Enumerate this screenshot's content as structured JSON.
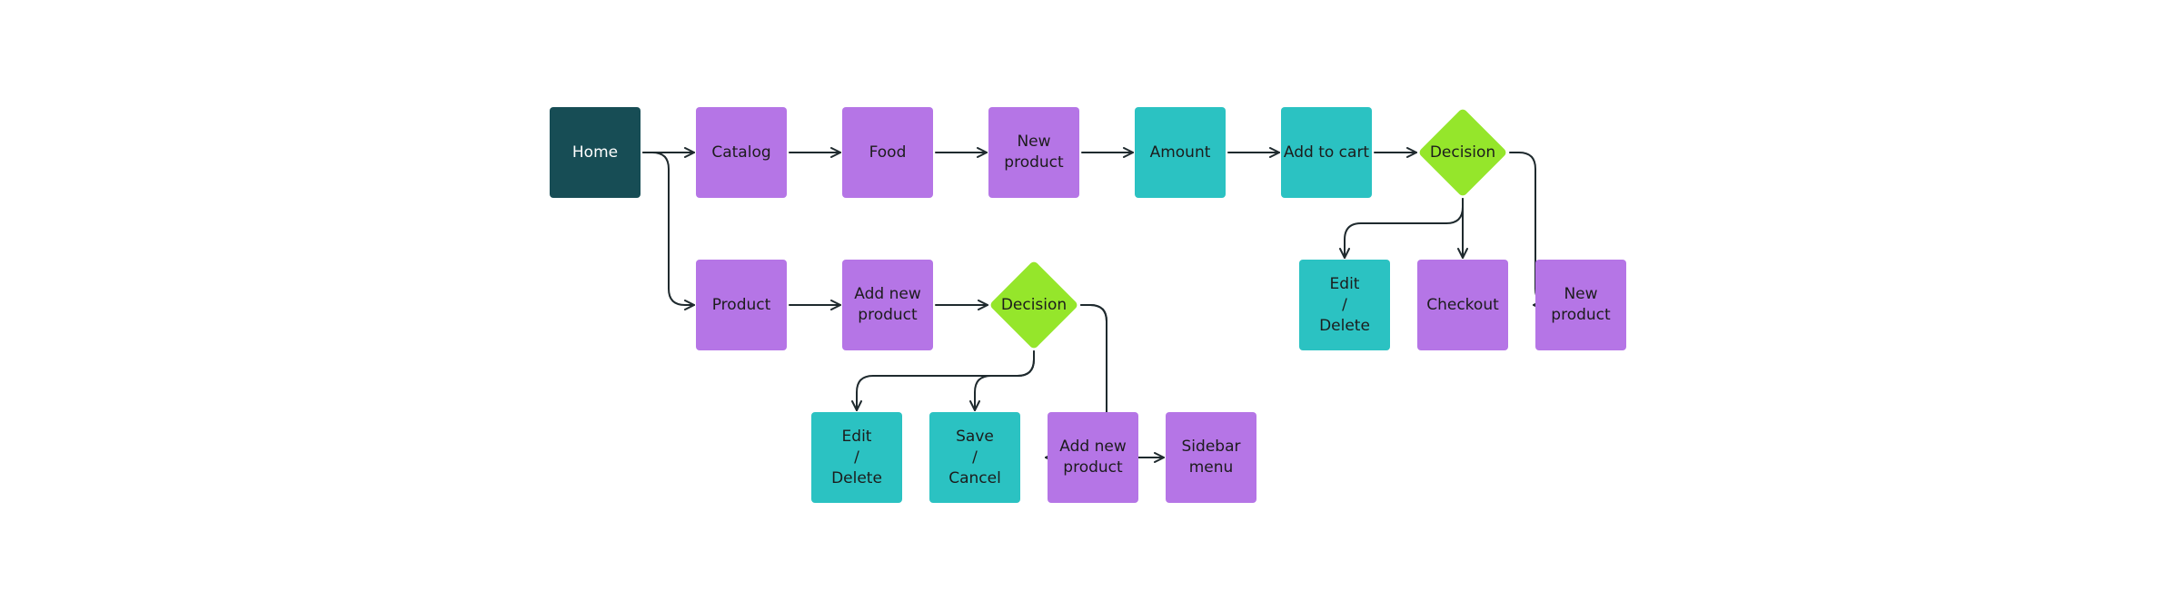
{
  "colors": {
    "home": "#174D55",
    "purple": "#B575E6",
    "teal": "#2BC2C2",
    "decision": "#95E62B",
    "connector": "#1F2A2E",
    "text_dark": "#1c1c1c",
    "text_light": "#ffffff"
  },
  "nodes": [
    {
      "id": "home",
      "label": "Home",
      "kind": "home"
    },
    {
      "id": "catalog",
      "label": "Catalog",
      "kind": "purple"
    },
    {
      "id": "food",
      "label": "Food",
      "kind": "purple"
    },
    {
      "id": "new-product-1",
      "label": "New\nproduct",
      "kind": "purple"
    },
    {
      "id": "amount",
      "label": "Amount",
      "kind": "teal"
    },
    {
      "id": "add-to-cart",
      "label": "Add to cart",
      "kind": "teal"
    },
    {
      "id": "decision-1",
      "label": "Decision",
      "kind": "decision"
    },
    {
      "id": "edit-delete-1",
      "label": "Edit\n/\nDelete",
      "kind": "teal"
    },
    {
      "id": "checkout",
      "label": "Checkout",
      "kind": "purple"
    },
    {
      "id": "new-product-2",
      "label": "New\nproduct",
      "kind": "purple"
    },
    {
      "id": "product",
      "label": "Product",
      "kind": "purple"
    },
    {
      "id": "add-new-product-1",
      "label": "Add new\nproduct",
      "kind": "purple"
    },
    {
      "id": "decision-2",
      "label": "Decision",
      "kind": "decision"
    },
    {
      "id": "edit-delete-2",
      "label": "Edit\n/\nDelete",
      "kind": "teal"
    },
    {
      "id": "save-cancel",
      "label": "Save\n/\nCancel",
      "kind": "teal"
    },
    {
      "id": "add-new-product-2",
      "label": "Add new\nproduct",
      "kind": "purple"
    },
    {
      "id": "sidebar-menu",
      "label": "Sidebar\nmenu",
      "kind": "purple"
    }
  ],
  "edges": [
    {
      "from": "home",
      "to": "catalog"
    },
    {
      "from": "catalog",
      "to": "food"
    },
    {
      "from": "food",
      "to": "new-product-1"
    },
    {
      "from": "new-product-1",
      "to": "amount"
    },
    {
      "from": "amount",
      "to": "add-to-cart"
    },
    {
      "from": "add-to-cart",
      "to": "decision-1"
    },
    {
      "from": "decision-1",
      "to": "edit-delete-1"
    },
    {
      "from": "decision-1",
      "to": "checkout"
    },
    {
      "from": "decision-1",
      "to": "new-product-2"
    },
    {
      "from": "home",
      "to": "product"
    },
    {
      "from": "product",
      "to": "add-new-product-1"
    },
    {
      "from": "add-new-product-1",
      "to": "decision-2"
    },
    {
      "from": "decision-2",
      "to": "edit-delete-2"
    },
    {
      "from": "decision-2",
      "to": "save-cancel"
    },
    {
      "from": "decision-2",
      "to": "add-new-product-2"
    },
    {
      "from": "decision-2",
      "to": "sidebar-menu"
    }
  ]
}
